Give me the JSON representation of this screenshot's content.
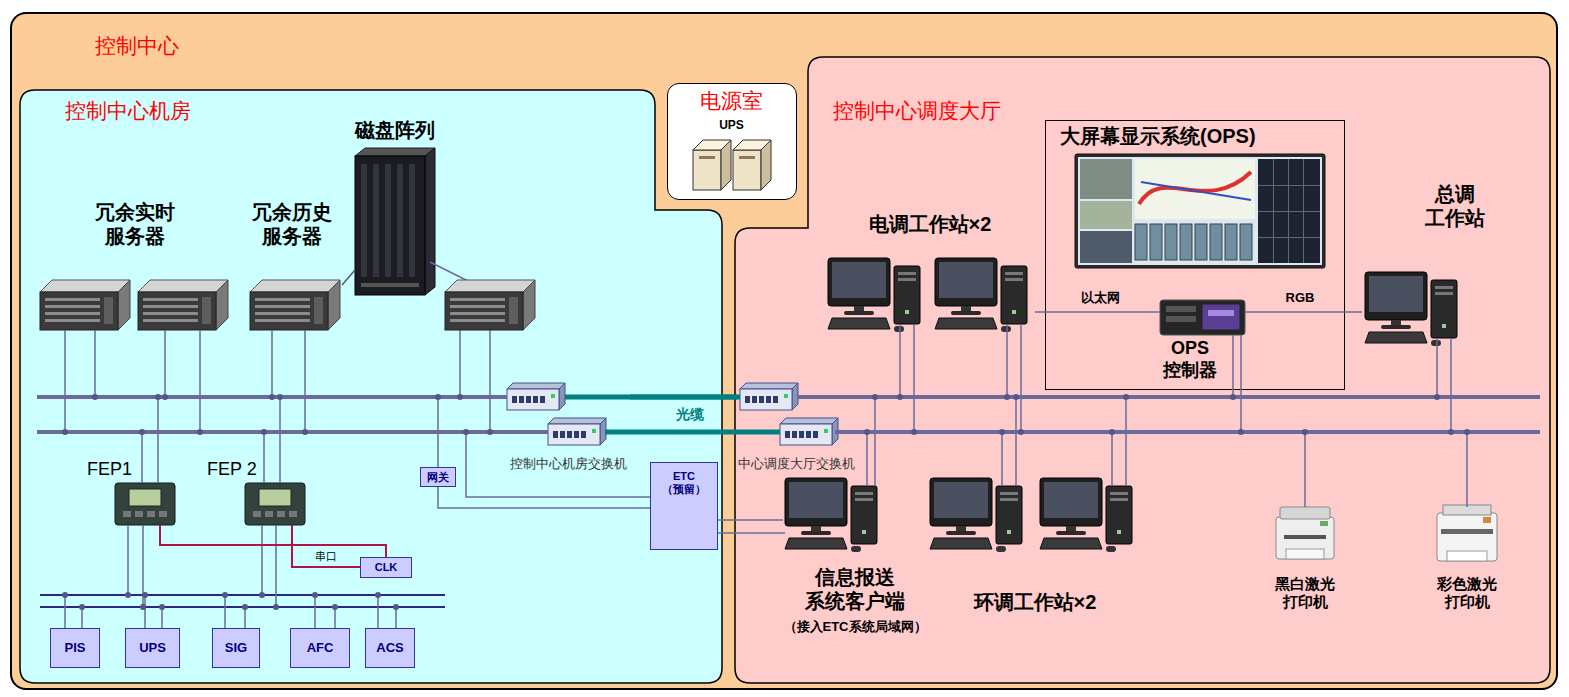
{
  "diagram": {
    "nodes": [
      {
        "text": [
          "控制中心"
        ]
      },
      {
        "text": [
          "控制中心机房"
        ],
        "in": 0
      },
      {
        "text": [
          "电源室",
          "UPS"
        ],
        "in": 0
      },
      {
        "text": [
          "控制中心调度大厅"
        ],
        "in": 0
      },
      {
        "text": [
          "冗余实时 服务器"
        ],
        "in": 1
      },
      {
        "text": [
          "冗余历史 服务器"
        ],
        "in": 1
      },
      {
        "text": [
          "磁盘阵列"
        ],
        "in": 1
      },
      {
        "text": [
          "控制中心机房交换机"
        ],
        "in": 1
      },
      {
        "text": [
          "FEP1"
        ],
        "in": 1
      },
      {
        "text": [
          "FEP 2"
        ],
        "in": 1
      },
      {
        "text": [
          "网关"
        ],
        "in": 1
      },
      {
        "text": [
          "CLK"
        ],
        "in": 1
      },
      {
        "text": [
          "PIS"
        ],
        "in": 1
      },
      {
        "text": [
          "UPS"
        ],
        "in": 1
      },
      {
        "text": [
          "SIG"
        ],
        "in": 1
      },
      {
        "text": [
          "AFC"
        ],
        "in": 1
      },
      {
        "text": [
          "ACS"
        ],
        "in": 1
      },
      {
        "text": [
          "ETC",
          "（预留）"
        ],
        "in": 1
      },
      {
        "text": [
          "大屏幕显示系统(OPS)"
        ],
        "in": 3
      },
      {
        "text": [
          "OPS 控制器"
        ],
        "in": 18
      },
      {
        "text": [
          "电调工作站×2"
        ],
        "in": 3
      },
      {
        "text": [
          "总调 工作站"
        ],
        "in": 3
      },
      {
        "text": [
          "中心调度大厅交换机"
        ],
        "in": 3
      },
      {
        "text": [
          "信息报送 系统客户端",
          "（接入ETC系统局域网）"
        ],
        "in": 3
      },
      {
        "text": [
          "环调工作站×2"
        ],
        "in": 3
      },
      {
        "text": [
          "黑白激光 打印机"
        ],
        "in": 3
      },
      {
        "text": [
          "彩色激光 打印机"
        ],
        "in": 3
      }
    ],
    "edges": [
      {
        "from": 6,
        "to": 5,
        "arrow": "none"
      },
      {
        "from": 7,
        "to": 22,
        "label": "光缆",
        "arrow": "none"
      },
      {
        "from": 8,
        "to": 11,
        "arrow": "none"
      },
      {
        "from": 9,
        "to": 11,
        "label": "串口",
        "arrow": "none"
      },
      {
        "from": 10,
        "to": 17,
        "arrow": "none"
      },
      {
        "from": 17,
        "to": 23,
        "arrow": "none"
      },
      {
        "from": 19,
        "to": 20,
        "label": "以太网",
        "arrow": "none"
      },
      {
        "from": 19,
        "to": 21,
        "label": "RGB",
        "arrow": "none"
      }
    ]
  }
}
